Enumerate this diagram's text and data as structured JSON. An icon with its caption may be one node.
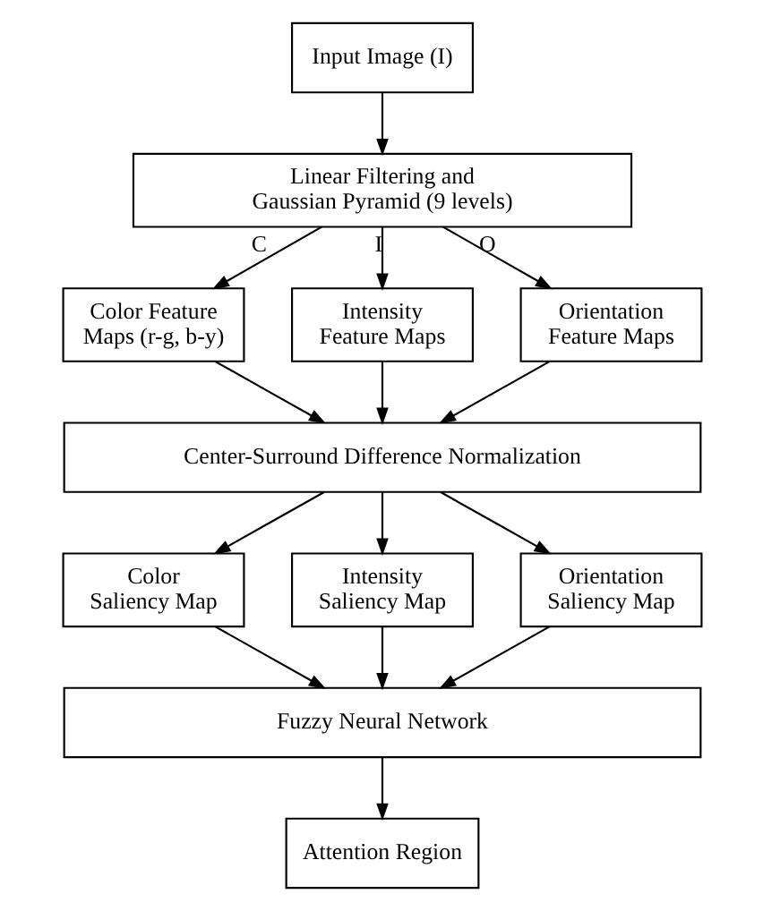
{
  "diagram": {
    "nodes": [
      {
        "text": [
          "Input Image (I)"
        ]
      },
      {
        "text": [
          "Linear Filtering and Gaussian Pyramid (9 levels)"
        ]
      },
      {
        "text": [
          "Color Feature Maps (r-g, b-y)"
        ]
      },
      {
        "text": [
          "Intensity Feature Maps"
        ]
      },
      {
        "text": [
          "Orientation Feature Maps"
        ]
      },
      {
        "text": [
          "Center-Surround Difference Normalization"
        ]
      },
      {
        "text": [
          "Color Saliency Map"
        ]
      },
      {
        "text": [
          "Intensity Saliency Map"
        ]
      },
      {
        "text": [
          "Orientation Saliency Map"
        ]
      },
      {
        "text": [
          "Fuzzy Neural Network"
        ]
      },
      {
        "text": [
          "Attention Region"
        ]
      }
    ],
    "edges": [
      {
        "from": 0,
        "to": 1,
        "arrow": "to"
      },
      {
        "from": 1,
        "to": 2,
        "arrow": "to",
        "label": "C"
      },
      {
        "from": 1,
        "to": 3,
        "arrow": "to",
        "label": "I"
      },
      {
        "from": 1,
        "to": 4,
        "arrow": "to",
        "label": "O"
      },
      {
        "from": 2,
        "to": 5,
        "arrow": "to"
      },
      {
        "from": 3,
        "to": 5,
        "arrow": "to"
      },
      {
        "from": 4,
        "to": 5,
        "arrow": "to"
      },
      {
        "from": 5,
        "to": 6,
        "arrow": "to"
      },
      {
        "from": 5,
        "to": 7,
        "arrow": "to"
      },
      {
        "from": 5,
        "to": 8,
        "arrow": "to"
      },
      {
        "from": 6,
        "to": 9,
        "arrow": "to"
      },
      {
        "from": 7,
        "to": 9,
        "arrow": "to"
      },
      {
        "from": 8,
        "to": 9,
        "arrow": "to"
      },
      {
        "from": 9,
        "to": 10,
        "arrow": "to"
      }
    ]
  }
}
